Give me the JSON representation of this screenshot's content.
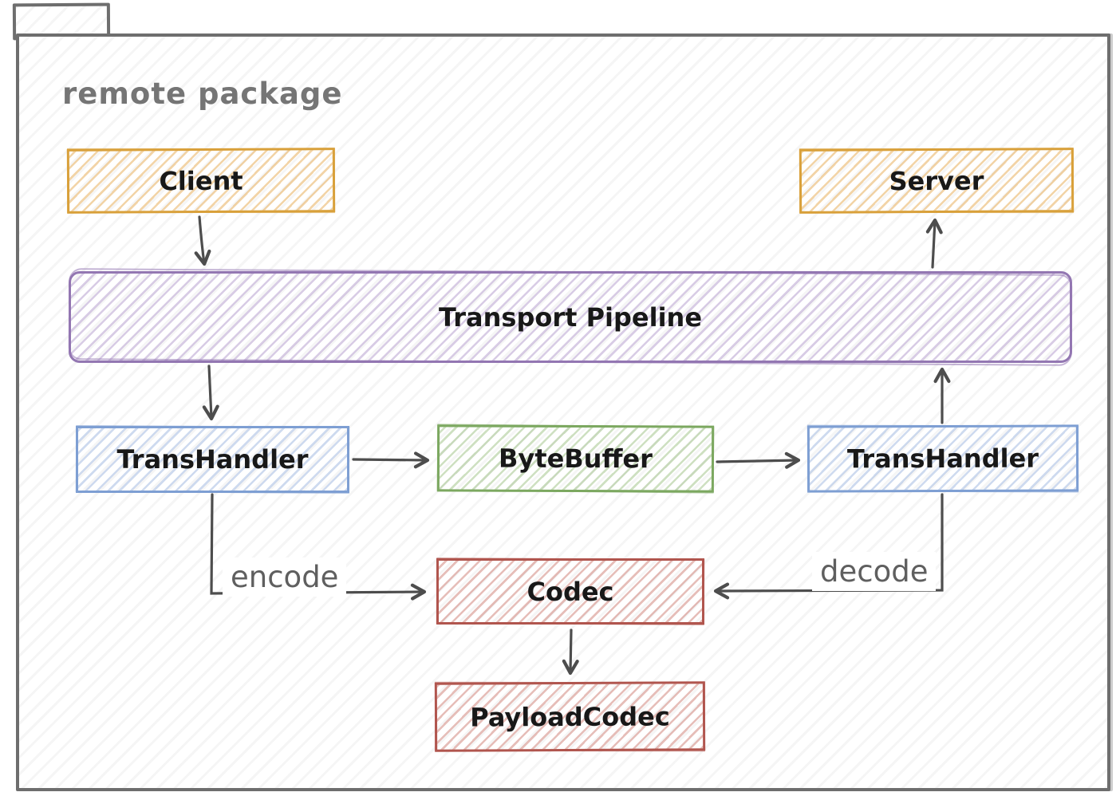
{
  "package": {
    "label": "remote package"
  },
  "nodes": [
    {
      "id": "client",
      "label": "Client",
      "color": "#d9a13b"
    },
    {
      "id": "server",
      "label": "Server",
      "color": "#d9a13b"
    },
    {
      "id": "transport-pipeline",
      "label": "Transport Pipeline",
      "color": "#9377b2"
    },
    {
      "id": "transhandler-left",
      "label": "TransHandler",
      "color": "#7e9fd3"
    },
    {
      "id": "bytebuffer",
      "label": "ByteBuffer",
      "color": "#7ca861"
    },
    {
      "id": "transhandler-right",
      "label": "TransHandler",
      "color": "#7e9fd3"
    },
    {
      "id": "codec",
      "label": "Codec",
      "color": "#b1564e"
    },
    {
      "id": "payloadcodec",
      "label": "PayloadCodec",
      "color": "#b1564e"
    }
  ],
  "edge_labels": {
    "encode": "encode",
    "decode": "decode"
  },
  "edges": [
    {
      "from": "Client",
      "to": "Transport Pipeline",
      "label": ""
    },
    {
      "from": "Transport Pipeline",
      "to": "TransHandler (left)",
      "label": ""
    },
    {
      "from": "TransHandler (left)",
      "to": "ByteBuffer",
      "label": ""
    },
    {
      "from": "ByteBuffer",
      "to": "TransHandler (right)",
      "label": ""
    },
    {
      "from": "TransHandler (right)",
      "to": "Transport Pipeline",
      "label": ""
    },
    {
      "from": "Transport Pipeline",
      "to": "Server",
      "label": ""
    },
    {
      "from": "TransHandler (left)",
      "to": "Codec",
      "label": "encode"
    },
    {
      "from": "TransHandler (right)",
      "to": "Codec",
      "label": "decode"
    },
    {
      "from": "Codec",
      "to": "PayloadCodec",
      "label": ""
    }
  ],
  "colors": {
    "frame": "#6e6e6e",
    "arrow": "#4d4d4d",
    "node_text": "#181818",
    "muted_text": "#757575"
  }
}
